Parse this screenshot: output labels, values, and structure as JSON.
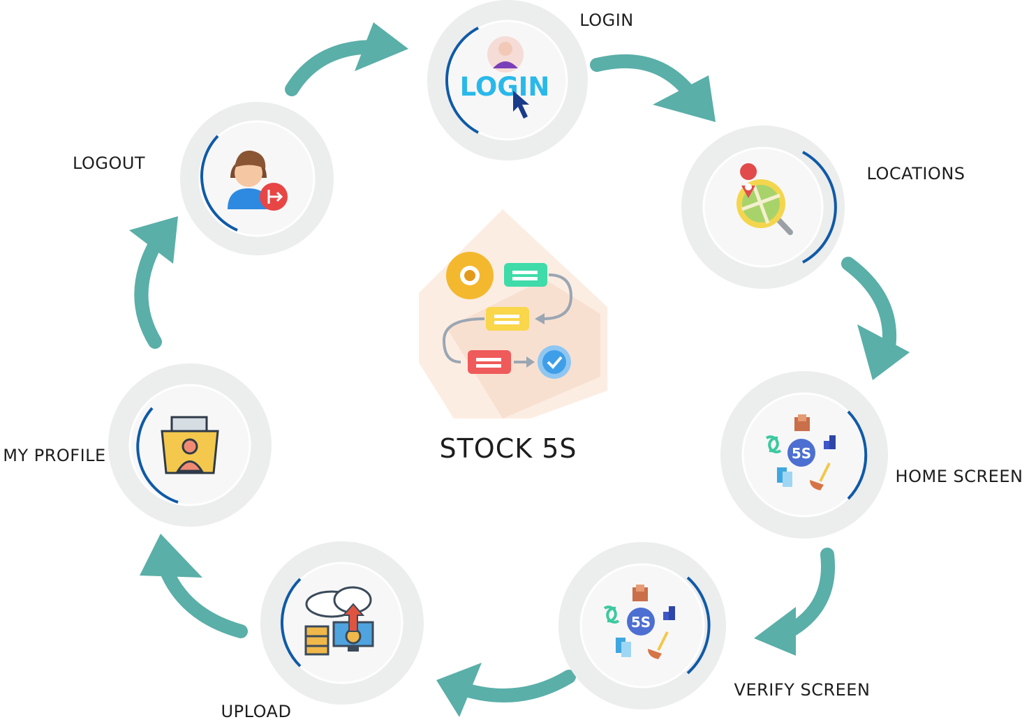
{
  "title": "STOCK 5S",
  "steps": {
    "login": {
      "label": "LOGIN",
      "icon": "login-icon",
      "icon_text": "LOGIN"
    },
    "locations": {
      "label": "LOCATIONS",
      "icon": "map-location-icon"
    },
    "home": {
      "label": "HOME SCREEN",
      "icon": "5s-methodology-icon",
      "icon_text": "5S"
    },
    "verify": {
      "label": "VERIFY SCREEN",
      "icon": "5s-methodology-icon",
      "icon_text": "5S"
    },
    "upload": {
      "label": "UPLOAD",
      "icon": "cloud-upload-server-icon"
    },
    "profile": {
      "label": "MY PROFILE",
      "icon": "profile-folder-icon"
    },
    "logout": {
      "label": "LOGOUT",
      "icon": "user-logout-icon"
    }
  },
  "colors": {
    "arrow": "#5aafa8",
    "ring": "#0f5aa8",
    "node_outer": "#eceded"
  }
}
